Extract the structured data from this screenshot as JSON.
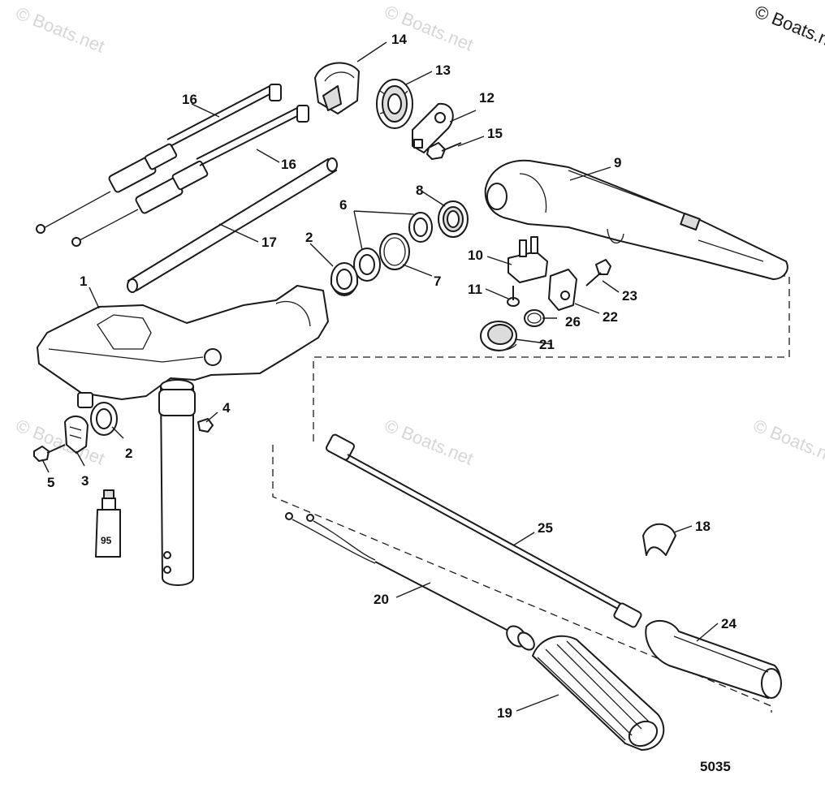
{
  "watermark": {
    "text": "© Boats.net",
    "copyright_corner": "© Boats.net"
  },
  "drawing_number": "5035",
  "tube_label": "95",
  "callouts": {
    "c1": "1",
    "c2a": "2",
    "c2b": "2",
    "c3": "3",
    "c4": "4",
    "c5": "5",
    "c6": "6",
    "c7": "7",
    "c8": "8",
    "c9": "9",
    "c10": "10",
    "c11": "11",
    "c12": "12",
    "c13": "13",
    "c14": "14",
    "c15": "15",
    "c16a": "16",
    "c16b": "16",
    "c17": "17",
    "c18": "18",
    "c19": "19",
    "c20": "20",
    "c21": "21",
    "c22": "22",
    "c23": "23",
    "c24": "24",
    "c25": "25",
    "c26": "26"
  }
}
